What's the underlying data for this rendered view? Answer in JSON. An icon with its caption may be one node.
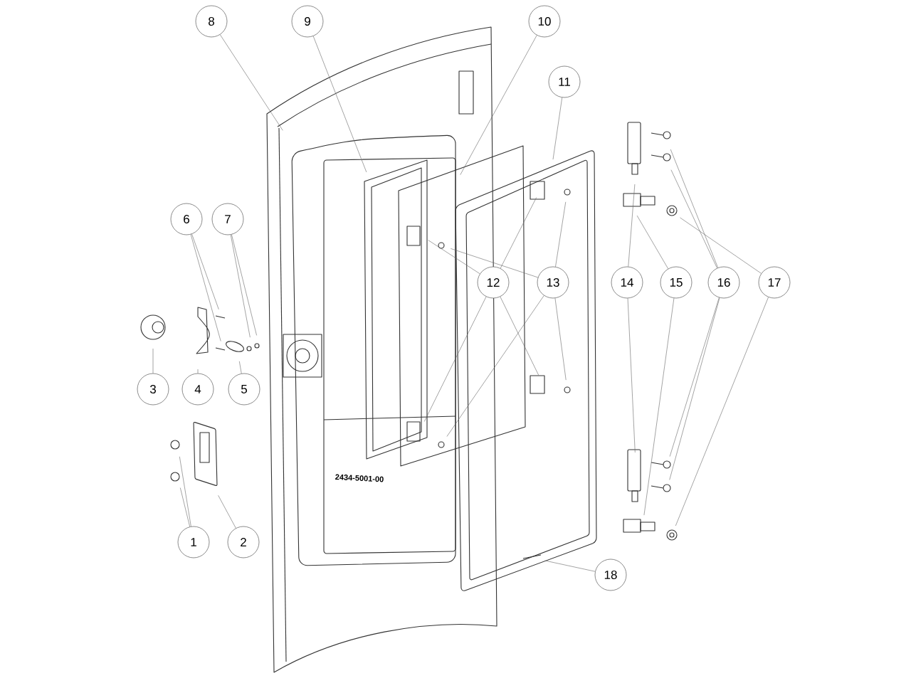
{
  "diagram": {
    "nodes": [
      {
        "text": [
          "1"
        ]
      },
      {
        "text": [
          "2"
        ]
      },
      {
        "text": [
          "3"
        ]
      },
      {
        "text": [
          "4"
        ]
      },
      {
        "text": [
          "5"
        ]
      },
      {
        "text": [
          "6"
        ]
      },
      {
        "text": [
          "7"
        ]
      },
      {
        "text": [
          "8"
        ]
      },
      {
        "text": [
          "9"
        ]
      },
      {
        "text": [
          "10"
        ]
      },
      {
        "text": [
          "11"
        ]
      },
      {
        "text": [
          "12"
        ]
      },
      {
        "text": [
          "13"
        ]
      },
      {
        "text": [
          "14"
        ]
      },
      {
        "text": [
          "15"
        ]
      },
      {
        "text": [
          "16"
        ]
      },
      {
        "text": [
          "17"
        ]
      },
      {
        "text": [
          "18"
        ]
      }
    ],
    "edges": [
      {
        "from": 0,
        "to": null,
        "arrow": "none"
      },
      {
        "from": 0,
        "to": null,
        "arrow": "none"
      },
      {
        "from": 1,
        "to": null,
        "arrow": "none"
      },
      {
        "from": 2,
        "to": null,
        "arrow": "none"
      },
      {
        "from": 3,
        "to": null,
        "arrow": "none"
      },
      {
        "from": 4,
        "to": null,
        "arrow": "none"
      },
      {
        "from": 5,
        "to": null,
        "arrow": "none"
      },
      {
        "from": 5,
        "to": null,
        "arrow": "none"
      },
      {
        "from": 6,
        "to": null,
        "arrow": "none"
      },
      {
        "from": 6,
        "to": null,
        "arrow": "none"
      },
      {
        "from": 7,
        "to": null,
        "arrow": "none"
      },
      {
        "from": 8,
        "to": null,
        "arrow": "none"
      },
      {
        "from": 9,
        "to": null,
        "arrow": "none"
      },
      {
        "from": 10,
        "to": null,
        "arrow": "none"
      },
      {
        "from": 11,
        "to": null,
        "arrow": "none"
      },
      {
        "from": 11,
        "to": null,
        "arrow": "none"
      },
      {
        "from": 11,
        "to": null,
        "arrow": "none"
      },
      {
        "from": 11,
        "to": null,
        "arrow": "none"
      },
      {
        "from": 12,
        "to": null,
        "arrow": "none"
      },
      {
        "from": 12,
        "to": null,
        "arrow": "none"
      },
      {
        "from": 12,
        "to": null,
        "arrow": "none"
      },
      {
        "from": 12,
        "to": null,
        "arrow": "none"
      },
      {
        "from": 13,
        "to": null,
        "arrow": "none"
      },
      {
        "from": 13,
        "to": null,
        "arrow": "none"
      },
      {
        "from": 14,
        "to": null,
        "arrow": "none"
      },
      {
        "from": 14,
        "to": null,
        "arrow": "none"
      },
      {
        "from": 15,
        "to": null,
        "arrow": "none"
      },
      {
        "from": 15,
        "to": null,
        "arrow": "none"
      },
      {
        "from": 15,
        "to": null,
        "arrow": "none"
      },
      {
        "from": 15,
        "to": null,
        "arrow": "none"
      },
      {
        "from": 16,
        "to": null,
        "arrow": "none"
      },
      {
        "from": 16,
        "to": null,
        "arrow": "none"
      },
      {
        "from": 17,
        "to": null,
        "arrow": "none"
      }
    ],
    "labels": [
      "2434-5001-00"
    ]
  }
}
